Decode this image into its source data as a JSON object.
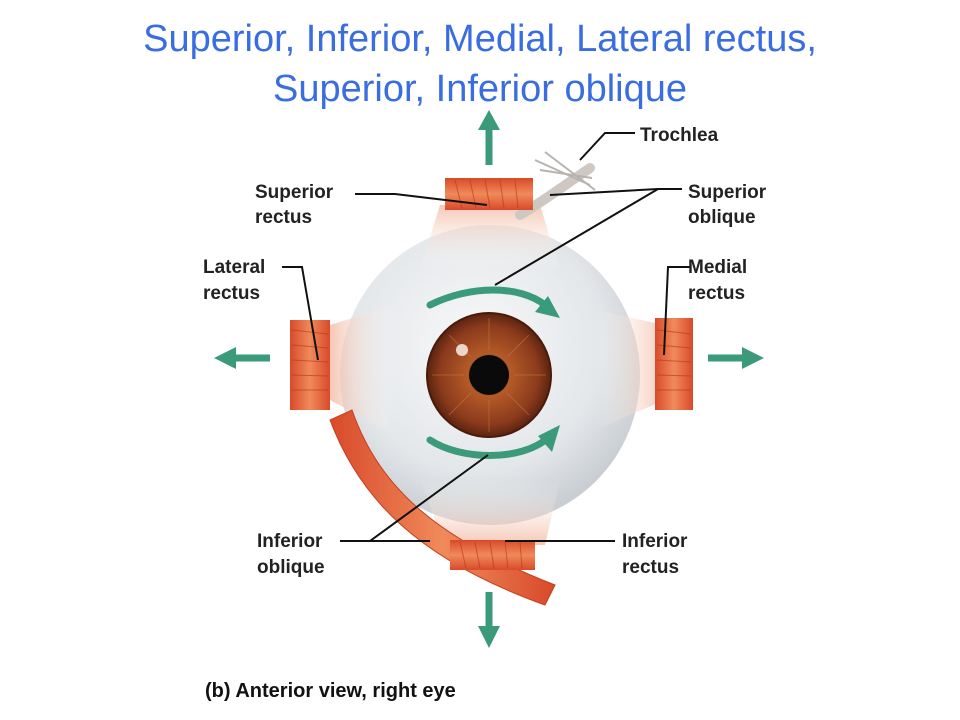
{
  "title": {
    "line1": "Superior, Inferior, Medial, Lateral rectus,",
    "line2": "Superior, Inferior oblique"
  },
  "labels": {
    "trochlea": "Trochlea",
    "superior_rectus_1": "Superior",
    "superior_rectus_2": "rectus",
    "superior_oblique_1": "Superior",
    "superior_oblique_2": "oblique",
    "lateral_rectus_1": "Lateral",
    "lateral_rectus_2": "rectus",
    "medial_rectus_1": "Medial",
    "medial_rectus_2": "rectus",
    "inferior_oblique_1": "Inferior",
    "inferior_oblique_2": "oblique",
    "inferior_rectus_1": "Inferior",
    "inferior_rectus_2": "rectus"
  },
  "caption": "(b) Anterior view, right eye",
  "colors": {
    "title": "#3a6ee0",
    "arrow": "#3a9a7a",
    "muscle": "#e0603a",
    "sclera": "#e6e9ec",
    "iris": "#8a3a1c"
  }
}
